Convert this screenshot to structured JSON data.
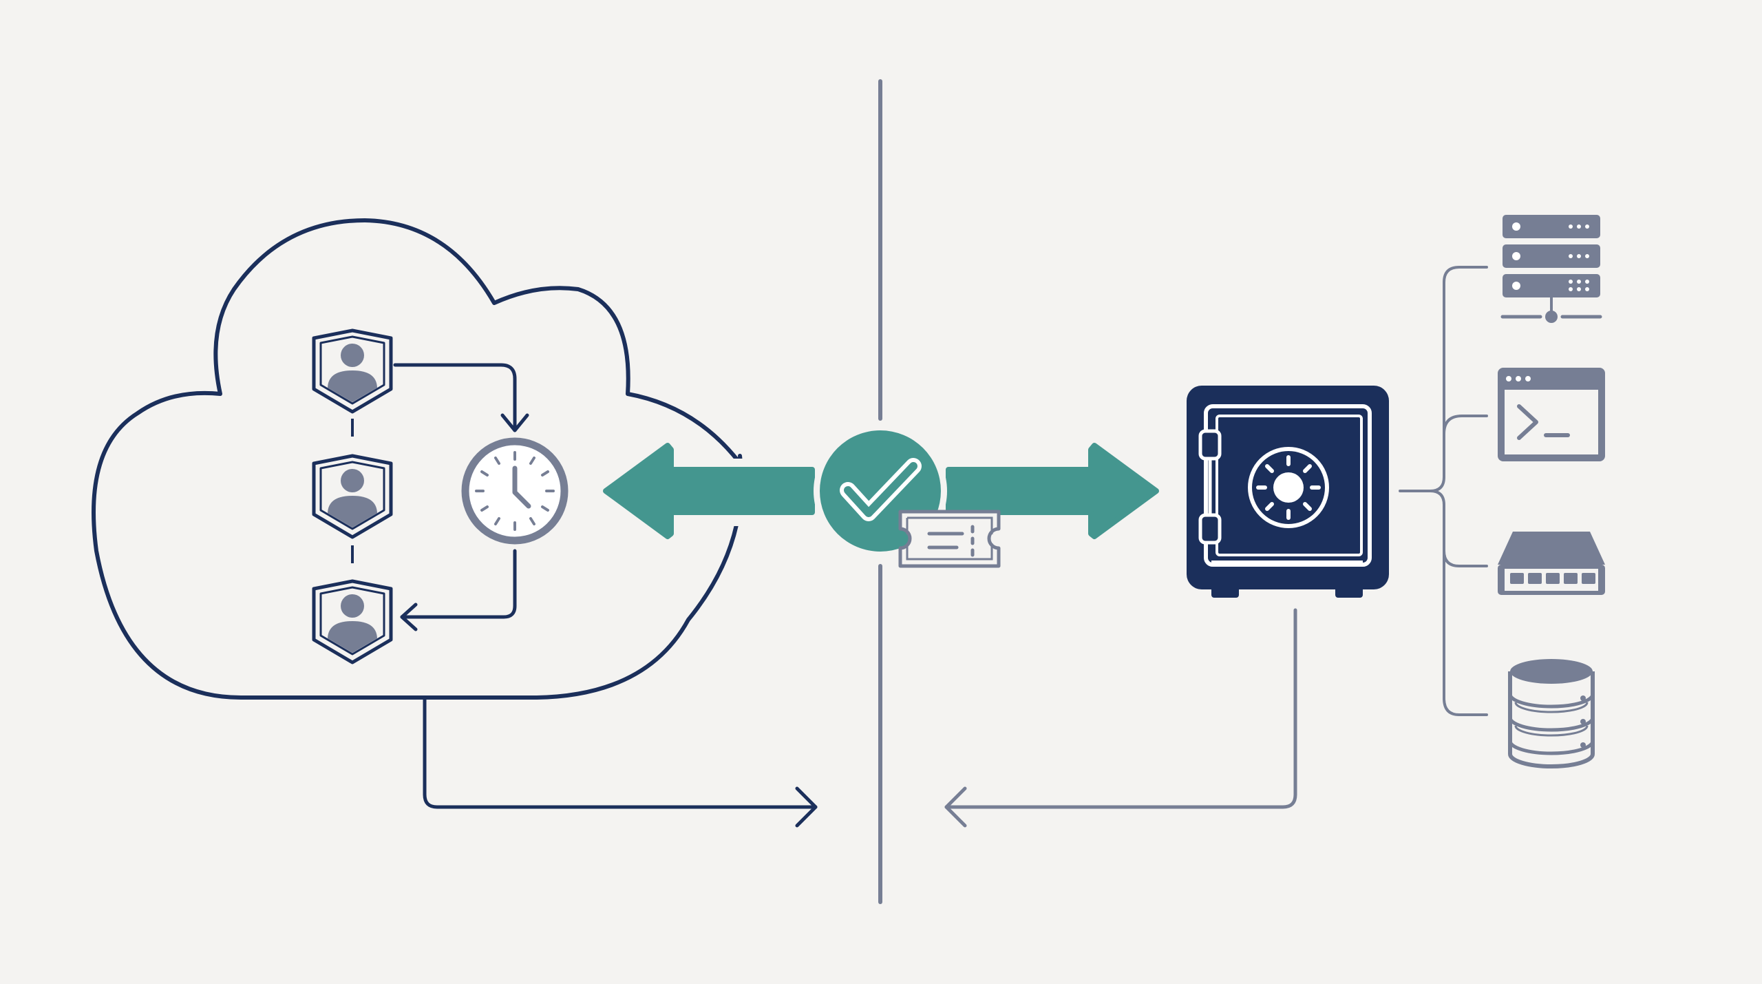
{
  "diagram": {
    "nodes": [
      {
        "id": "cloud",
        "icon": "cloud-boundary-icon"
      },
      {
        "id": "role-1",
        "icon": "user-shield-icon"
      },
      {
        "id": "role-2",
        "icon": "user-shield-icon"
      },
      {
        "id": "role-3",
        "icon": "user-shield-icon"
      },
      {
        "id": "timer",
        "icon": "clock-icon"
      },
      {
        "id": "verify",
        "icon": "checkmark-icon"
      },
      {
        "id": "token",
        "icon": "ticket-icon"
      },
      {
        "id": "vault",
        "icon": "vault-safe-icon"
      },
      {
        "id": "server-rack",
        "icon": "server-rack-icon"
      },
      {
        "id": "terminal",
        "icon": "terminal-window-icon"
      },
      {
        "id": "network-switch",
        "icon": "network-switch-icon"
      },
      {
        "id": "database",
        "icon": "database-icon"
      }
    ],
    "edges": [
      {
        "from": "role-1",
        "to": "timer"
      },
      {
        "from": "timer",
        "to": "role-3"
      },
      {
        "from": "verify",
        "to": "cloud"
      },
      {
        "from": "verify",
        "to": "vault"
      },
      {
        "from": "cloud",
        "to": "boundary"
      },
      {
        "from": "vault",
        "to": "boundary"
      },
      {
        "from": "vault",
        "to": "server-rack"
      },
      {
        "from": "vault",
        "to": "terminal"
      },
      {
        "from": "vault",
        "to": "network-switch"
      },
      {
        "from": "vault",
        "to": "database"
      }
    ]
  },
  "colors": {
    "background": "#f4f3f1",
    "navy": "#1b2f5b",
    "teal": "#44968f",
    "slate": "#767e94",
    "white": "#ffffff"
  }
}
